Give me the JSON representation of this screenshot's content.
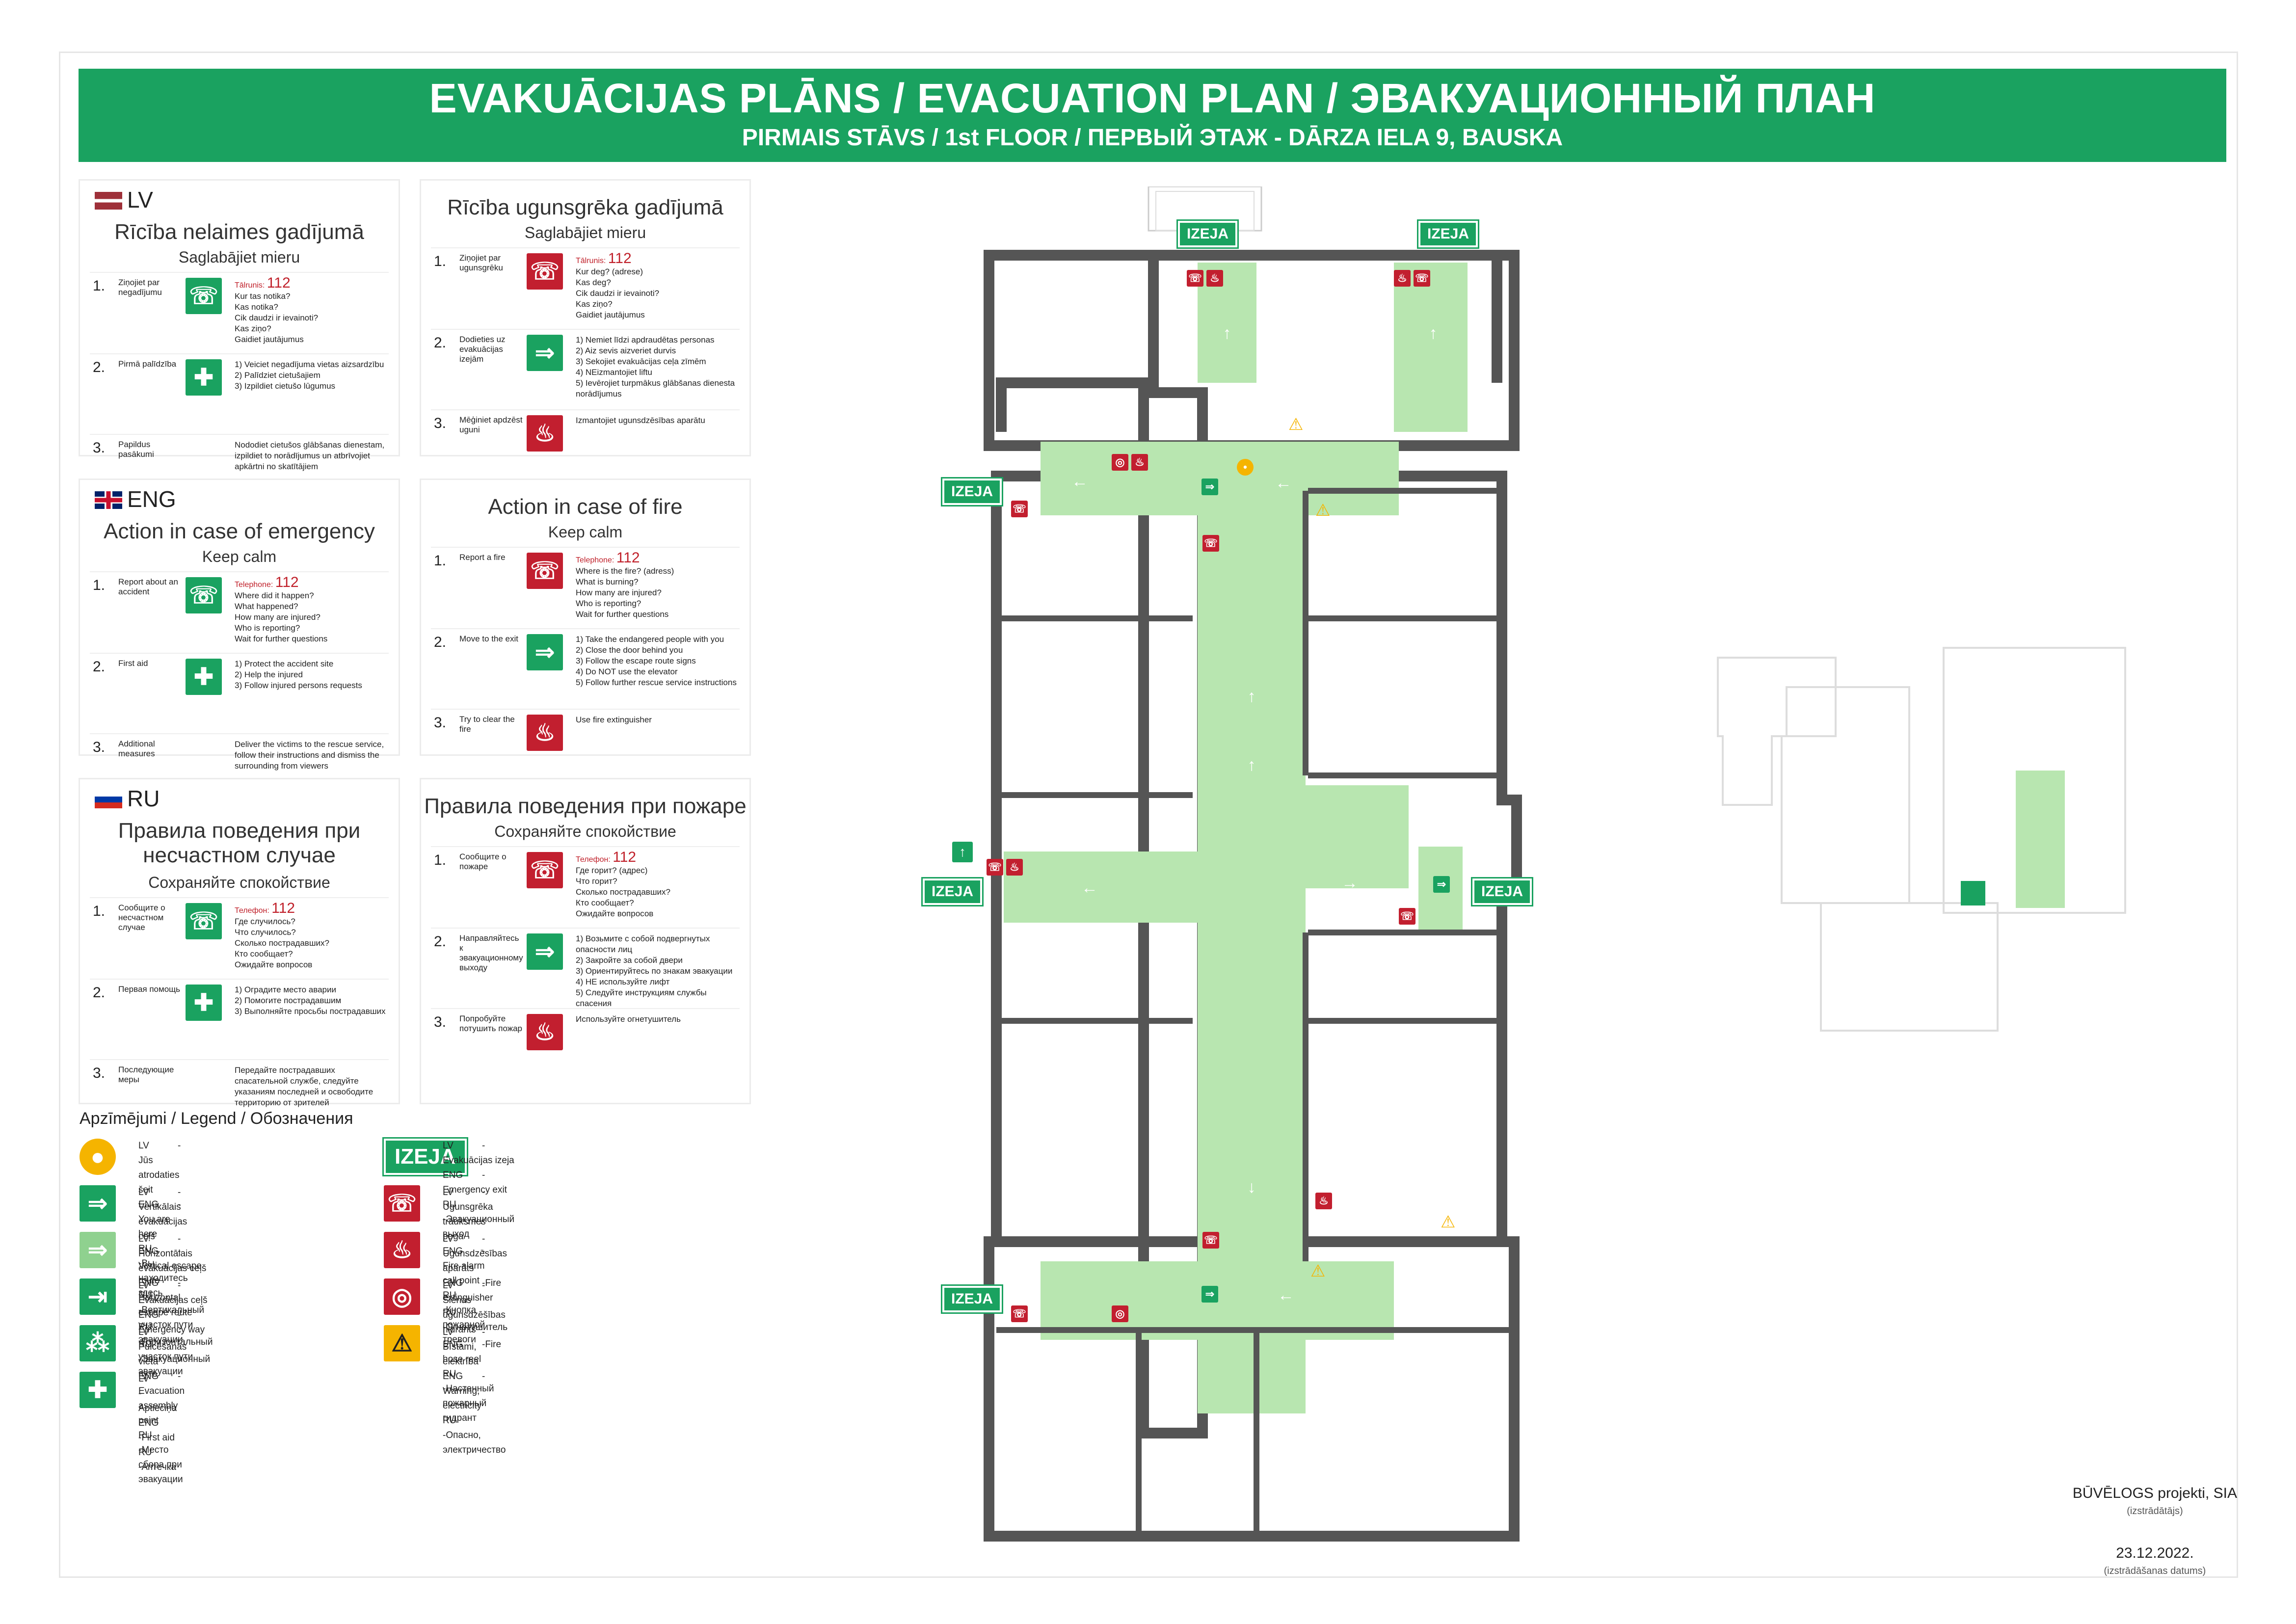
{
  "banner": {
    "title": "EVAKUĀCIJAS PLĀNS / EVACUATION PLAN / ЭВАКУАЦИОННЫЙ ПЛАН",
    "subtitle": "PIRMAIS STĀVS / 1st FLOOR / ПЕРВЫЙ ЭТАЖ - DĀRZA IELA 9, BAUSKA"
  },
  "cards": {
    "lv_acc": {
      "lang": "LV",
      "title": "Rīcība nelaimes gadījumā",
      "sub": "Saglabājiet mieru",
      "s1": {
        "num": "1.",
        "label": "Ziņojiet par negadījumu",
        "phone_label": "Tālrunis:",
        "phone": "112",
        "text": "Kur tas notika?\nKas notika?\nCik daudzi ir ievainoti?\nKas ziņo?\nGaidiet jautājumus"
      },
      "s2": {
        "num": "2.",
        "label": "Pirmā palīdzība",
        "text": "1) Veiciet negadījuma vietas aizsardzību\n2) Palīdziet cietušajiem\n3) Izpildiet cietušo lūgumus"
      },
      "s3": {
        "num": "3.",
        "label": "Papildus pasākumi",
        "text": "Nododiet cietušos glābšanas dienestam, izpildiet to norādījumus un atbrīvojiet apkārtni no skatītājiem"
      }
    },
    "lv_fire": {
      "title": "Rīcība ugunsgrēka gadījumā",
      "sub": "Saglabājiet mieru",
      "s1": {
        "num": "1.",
        "label": "Ziņojiet par ugunsgrēku",
        "phone_label": "Tālrunis:",
        "phone": "112",
        "text": "Kur deg? (adrese)\nKas deg?\nCik daudzi ir ievainoti?\nKas ziņo?\nGaidiet jautājumus"
      },
      "s2": {
        "num": "2.",
        "label": "Dodieties uz evakuācijas izejām",
        "text": "1) Nemiet līdzi apdraudētas personas\n2) Aiz sevis aizveriet durvis\n3) Sekojiet evakuācijas ceļa zīmēm\n4) NEizmantojiet liftu\n5) Ievērojiet turpmākus glābšanas dienesta norādījumus"
      },
      "s3": {
        "num": "3.",
        "label": "Mēģiniet apdzēst uguni",
        "text": "Izmantojiet ugunsdzēsības aparātu"
      }
    },
    "en_acc": {
      "lang": "ENG",
      "title": "Action in case of emergency",
      "sub": "Keep calm",
      "s1": {
        "num": "1.",
        "label": "Report about an accident",
        "phone_label": "Telephone:",
        "phone": "112",
        "text": "Where did it happen?\nWhat happened?\nHow many are injured?\nWho is reporting?\nWait for further questions"
      },
      "s2": {
        "num": "2.",
        "label": "First aid",
        "text": "1) Protect the accident site\n2) Help the injured\n3) Follow injured persons requests"
      },
      "s3": {
        "num": "3.",
        "label": "Additional measures",
        "text": "Deliver the victims to the rescue service, follow their instructions and dismiss the surrounding from viewers"
      }
    },
    "en_fire": {
      "title": "Action in case of fire",
      "sub": "Keep calm",
      "s1": {
        "num": "1.",
        "label": "Report a fire",
        "phone_label": "Telephone:",
        "phone": "112",
        "text": "Where is the fire? (adress)\nWhat is burning?\nHow many are injured?\nWho is reporting?\nWait for further questions"
      },
      "s2": {
        "num": "2.",
        "label": "Move to the exit",
        "text": "1) Take the endangered people with you\n2) Close the door behind you\n3) Follow the escape route signs\n4) Do NOT use the elevator\n5) Follow further rescue service instructions"
      },
      "s3": {
        "num": "3.",
        "label": "Try to clear the fire",
        "text": "Use fire extinguisher"
      }
    },
    "ru_acc": {
      "lang": "RU",
      "title": "Правила поведения при несчастном случае",
      "sub": "Сохраняйте спокойствие",
      "s1": {
        "num": "1.",
        "label": "Сообщите о несчастном случае",
        "phone_label": "Телефон:",
        "phone": "112",
        "text": "Где случилось?\nЧто случилось?\nСколько пострадавших?\nКто сообщает?\nОжидайте вопросов"
      },
      "s2": {
        "num": "2.",
        "label": "Первая помощь",
        "text": "1) Оградите место аварии\n2) Помогите пострадавшим\n3) Выполняйте просьбы пострадавших"
      },
      "s3": {
        "num": "3.",
        "label": "Последующие меры",
        "text": "Передайте пострадавших спасательной службе, следуйте указаниям последней и освободите территорию от зрителей"
      }
    },
    "ru_fire": {
      "title": "Правила поведения при пожаре",
      "sub": "Сохраняйте спокойствие",
      "s1": {
        "num": "1.",
        "label": "Сообщите о пожаре",
        "phone_label": "Телефон:",
        "phone": "112",
        "text": "Где горит? (адрес)\nЧто горит?\nСколько пострадавших?\nКто сообщает?\nОжидайте вопросов"
      },
      "s2": {
        "num": "2.",
        "label": "Направляйтесь к эвакуационному выходу",
        "text": "1) Возьмите с собой подвергнутых опасности лиц\n2) Закройте за собой двери\n3) Ориентируйтесь по знакам эвакуации\n4) НЕ используйте лифт\n5) Следуйте инструкциям службы спасения"
      },
      "s3": {
        "num": "3.",
        "label": "Попробуйте потушить пожар",
        "text": "Используйте огнетушитель"
      }
    }
  },
  "legend": {
    "title": "Apzīmējumi / Legend / Обозначения",
    "codes": [
      "LV",
      "ENG",
      "RU"
    ],
    "left": [
      {
        "icon": "you-are-here-icon",
        "lv": "-Jūs atrodaties šeit",
        "en": "-You are here",
        "ru": "-Вы находитесь здесь"
      },
      {
        "icon": "vertical-route-icon",
        "lv": "-Vertikālais evakuācijas ceļš",
        "en": "-Vertical escape route",
        "ru": "-Вертикальный участок пути эвакуации"
      },
      {
        "icon": "horizontal-route-icon",
        "lv": "-Horizontālais evakuācijas ceļš",
        "en": "-Horizontal escape route",
        "ru": "-Горизонтальный участок пути эвакуации"
      },
      {
        "icon": "emergency-way-icon",
        "lv": "-Evakuācijas ceļš",
        "en": "-Emergency way",
        "ru": "-Эвакуационный путь"
      },
      {
        "icon": "assembly-point-icon",
        "lv": "-Pulcēšanās vieta",
        "en": "-Evacuation assembly point",
        "ru": "-Место сбора при эвакуации"
      },
      {
        "icon": "first-aid-icon",
        "lv": "-Aptieciņa",
        "en": "-First aid",
        "ru": "-Аптечка"
      }
    ],
    "right": [
      {
        "icon": "exit-sign",
        "lv": "-Evakuācijas izeja",
        "en": "-Emergency exit",
        "ru": "-Эвакуационный выход"
      },
      {
        "icon": "fire-alarm-icon",
        "lv": "-Ugunsgrēka trauksmes poga",
        "en": "-Fire alarm call point",
        "ru": "-Кнопка пожарной тревоги"
      },
      {
        "icon": "extinguisher-icon",
        "lv": "-Ugunsdzēsības aparāts",
        "en": "-Fire extinguisher",
        "ru": "-Огнетушитель"
      },
      {
        "icon": "hose-reel-icon",
        "lv": "-Sienas ugunsdzēšības hidrants",
        "en": "-Fire hose reel",
        "ru": "-Настенный пожарный гидрант"
      },
      {
        "icon": "electricity-warning-icon",
        "lv": "-Bīstami, elektrība",
        "en": "-Warning, electricity",
        "ru": "-Опасно, электричество"
      }
    ]
  },
  "exit_label": "IZEJA",
  "footer": {
    "author": "BŪVĒLOGS projekti, SIA",
    "author_note": "(izstrādātājs)",
    "date": "23.12.2022.",
    "date_note": "(izstrādāšanas datums)"
  },
  "colors": {
    "green": "#1aa260",
    "route_light": "#b8e6b0",
    "red": "#c21f2f",
    "wall": "#555555"
  }
}
